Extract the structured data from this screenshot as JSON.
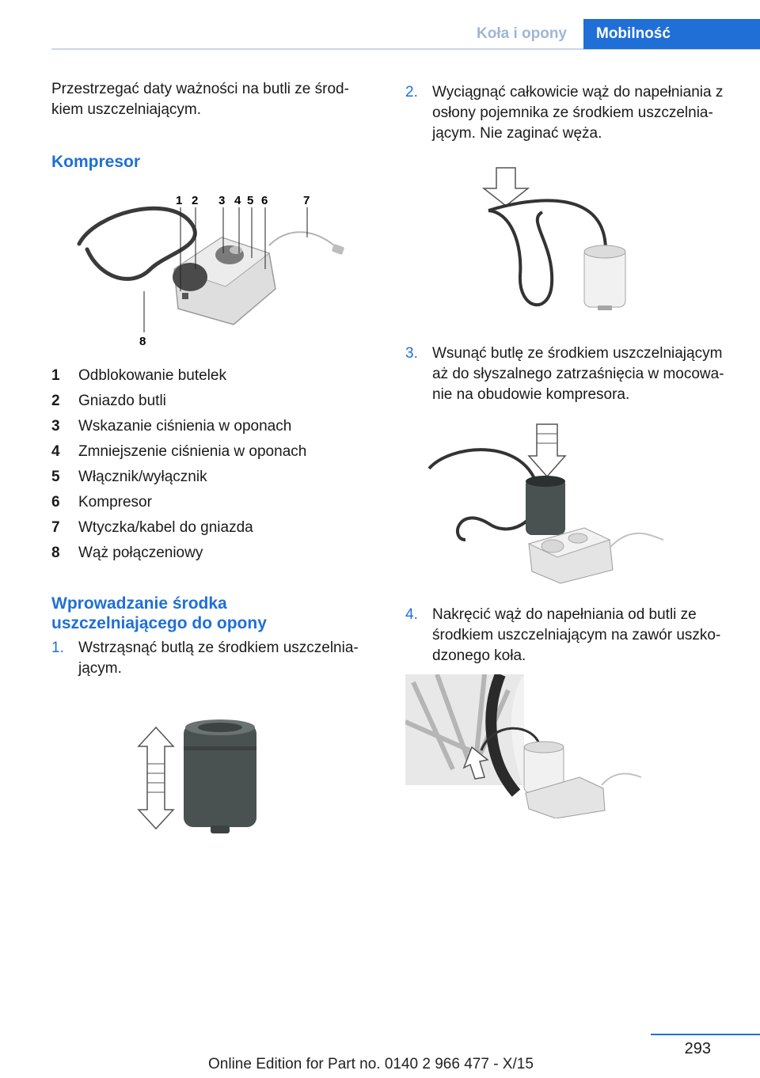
{
  "header": {
    "section": "Koła i opony",
    "chapter": "Mobilność"
  },
  "left": {
    "intro": "Przestrzegać daty ważności na butli ze środ‐ kiem uszczelniającym.",
    "kompresor_title": "Kompresor",
    "figure_callouts": [
      "1",
      "2",
      "3",
      "4",
      "5",
      "6",
      "7",
      "8"
    ],
    "legend": [
      {
        "num": "1",
        "text": "Odblokowanie butelek"
      },
      {
        "num": "2",
        "text": "Gniazdo butli"
      },
      {
        "num": "3",
        "text": "Wskazanie ciśnienia w oponach"
      },
      {
        "num": "4",
        "text": "Zmniejszenie ciśnienia w oponach"
      },
      {
        "num": "5",
        "text": "Włącznik/wyłącznik"
      },
      {
        "num": "6",
        "text": "Kompresor"
      },
      {
        "num": "7",
        "text": "Wtyczka/kabel do gniazda"
      },
      {
        "num": "8",
        "text": "Wąż połączeniowy"
      }
    ],
    "section_title": "Wprowadzanie środka uszczelniającego do opony",
    "step1": {
      "num": "1.",
      "text": "Wstrząsnąć butlą ze środkiem uszczelnia‐ jącym."
    }
  },
  "right": {
    "step2": {
      "num": "2.",
      "text": "Wyciągnąć całkowicie wąż do napełniania z osłony pojemnika ze środkiem uszczelnia‐ jącym. Nie zaginać węża."
    },
    "step3": {
      "num": "3.",
      "text": "Wsunąć butlę ze środkiem uszczelniającym aż do słyszalnego zatrzaśnięcia w mocowa‐ nie na obudowie kompresora."
    },
    "step4": {
      "num": "4.",
      "text": "Nakręcić wąż do napełniania od butli ze środkiem uszczelniającym na zawór uszko‐ dzonego koła."
    }
  },
  "footer": {
    "page": "293",
    "edition": "Online Edition for Part no. 0140 2 966 477 - X/15"
  },
  "colors": {
    "accent": "#1f6fd6",
    "tab_inactive_text": "#9fb6d6"
  }
}
